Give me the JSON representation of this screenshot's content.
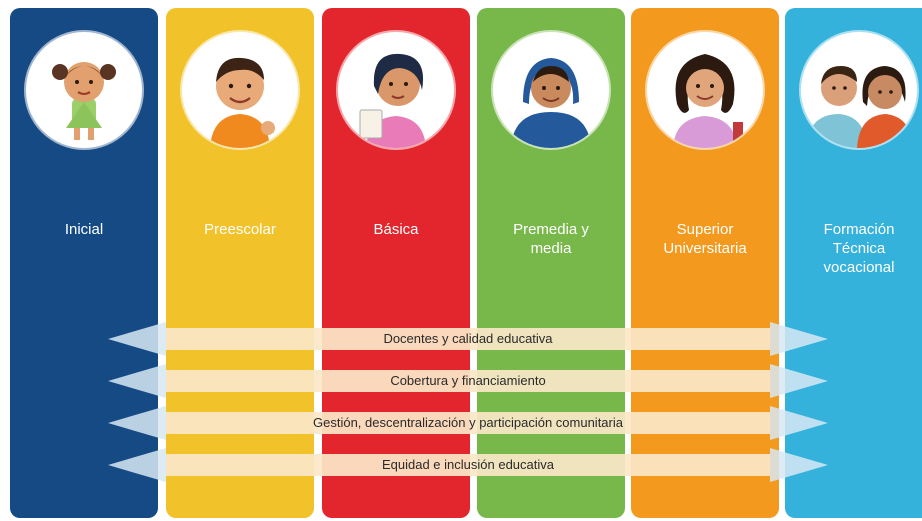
{
  "columns": [
    {
      "id": "inicial",
      "label_lines": [
        "Inicial"
      ],
      "color": "#154a84",
      "portrait": "toddler-girl-portrait"
    },
    {
      "id": "preescolar",
      "label_lines": [
        "Preescolar"
      ],
      "color": "#f1c22a",
      "portrait": "preschool-boy-portrait"
    },
    {
      "id": "basica",
      "label_lines": [
        "Básica"
      ],
      "color": "#e3262d",
      "portrait": "schoolgirl-portrait"
    },
    {
      "id": "premedia",
      "label_lines": [
        "Premedia y",
        "media"
      ],
      "color": "#78b84a",
      "portrait": "teen-boy-portrait"
    },
    {
      "id": "superior",
      "label_lines": [
        "Superior",
        "Universitaria"
      ],
      "color": "#f39a1e",
      "portrait": "young-woman-portrait"
    },
    {
      "id": "formacion",
      "label_lines": [
        "Formación",
        "Técnica",
        "vocacional"
      ],
      "color": "#34b2dc",
      "portrait": "two-students-portrait"
    }
  ],
  "bands": [
    {
      "label": "Docentes y calidad educativa"
    },
    {
      "label": "Cobertura y financiamiento"
    },
    {
      "label": "Gestión, descentralización y participación comunitaria"
    },
    {
      "label": "Equidad e inclusión educativa"
    }
  ],
  "colors": {
    "band_fill": "#fbe7c8",
    "band_arrowhead": "#d7e8f3"
  }
}
